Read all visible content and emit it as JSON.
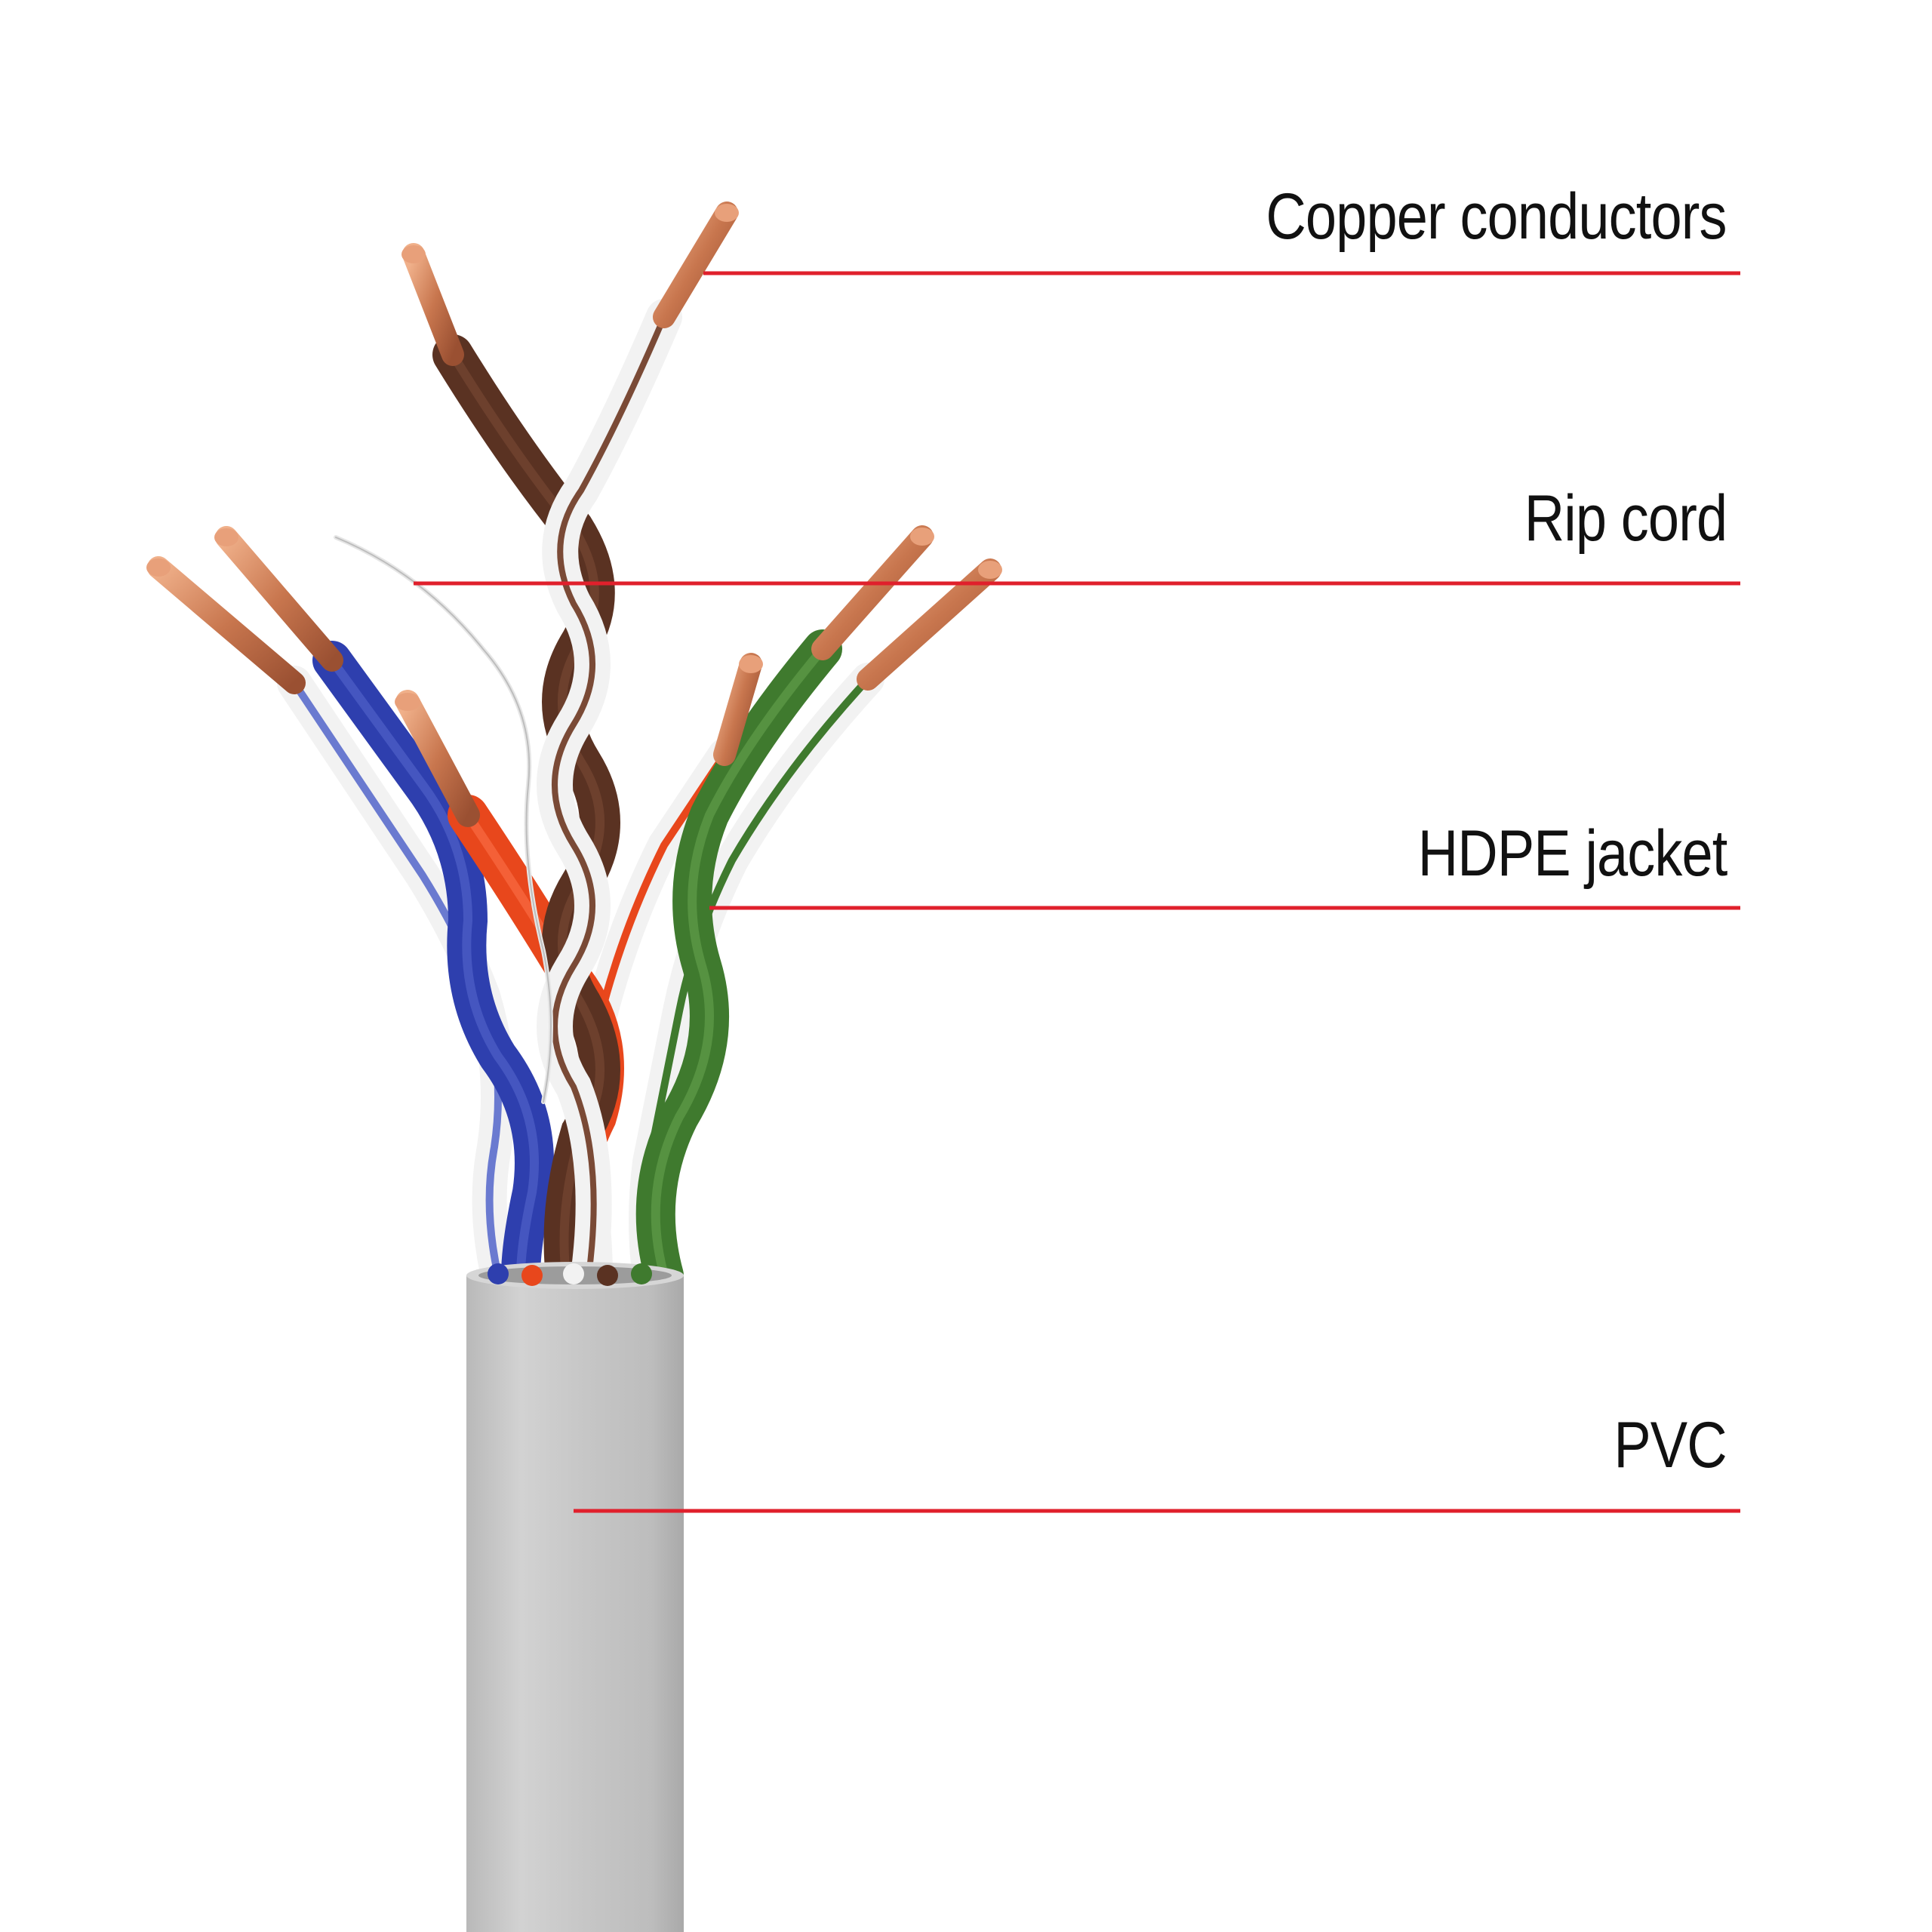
{
  "diagram": {
    "callouts": [
      {
        "id": "copper",
        "label": "Copper conductors"
      },
      {
        "id": "ripcord",
        "label": "Rip cord"
      },
      {
        "id": "hdpe",
        "label": "HDPE jacket"
      },
      {
        "id": "pvc",
        "label": "PVC"
      }
    ],
    "colors": {
      "leader_line": "#e0202c",
      "copper": "#c8764e",
      "copper_light": "#f0b08a",
      "pvc_sheath": "#c9c9c9",
      "pair_blue": "#2e3fae",
      "pair_orange": "#e8471c",
      "pair_brown": "#5a3222",
      "pair_green": "#3f7a2e",
      "insulation_white": "#f2f2f2"
    },
    "icons": [
      "cable-illustration"
    ]
  }
}
